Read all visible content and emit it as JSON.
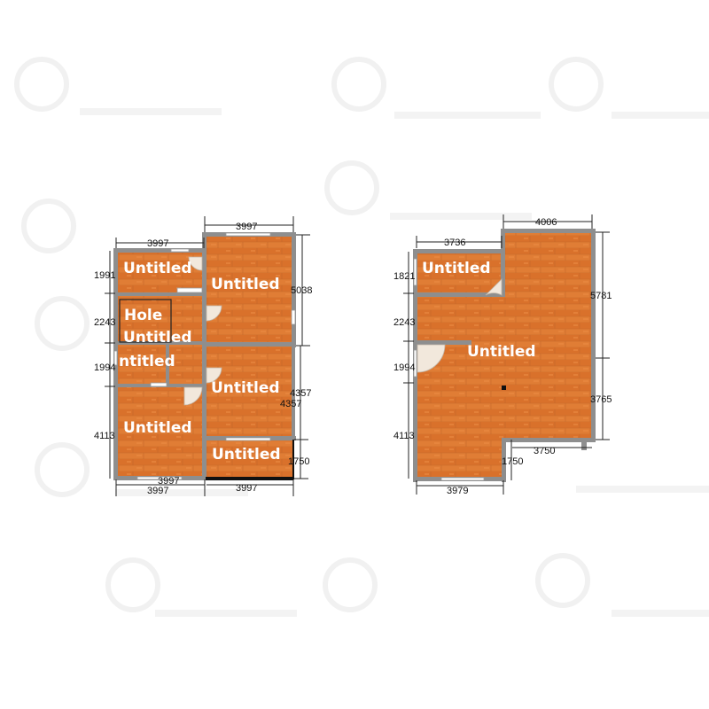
{
  "colors": {
    "floor": "#e07d35",
    "wall": "#8e8e8e",
    "label": "#ffffff",
    "dimension": "#111111"
  },
  "plans": [
    {
      "rooms": [
        {
          "label": "Untitled"
        },
        {
          "label": "Untitled"
        },
        {
          "label": "Hole"
        },
        {
          "label": "Untitled"
        },
        {
          "label": "ntitled"
        },
        {
          "label": "Untitled"
        },
        {
          "label": "Untitled"
        },
        {
          "label": "Untitled"
        }
      ],
      "dimensions": {
        "top_left": "3997",
        "top_right": "3997",
        "left": [
          "1991",
          "2243",
          "1994",
          "4113"
        ],
        "right": [
          "5038",
          "4357",
          "4357",
          "1750"
        ],
        "bottom_inner": "3997",
        "bottom_left": "3997",
        "bottom_right": "3997"
      }
    },
    {
      "rooms": [
        {
          "label": "Untitled"
        },
        {
          "label": "Untitled"
        }
      ],
      "dimensions": {
        "top_left": "3736",
        "top_right": "4006",
        "left": [
          "1821",
          "2243",
          "1994",
          "4113"
        ],
        "right": [
          "5781",
          "3765"
        ],
        "inner_bottom": "3750",
        "inner_step": "1750",
        "bottom": "3979"
      }
    }
  ]
}
